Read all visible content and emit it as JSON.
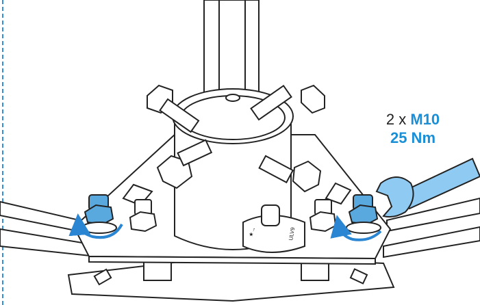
{
  "figure": {
    "annotation": {
      "quantity": "2 x",
      "bolt_size": "M10",
      "torque": "25 Nm"
    },
    "part_marks": [
      "★→",
      "ULV9"
    ],
    "colors": {
      "outline": "#222222",
      "fill": "#ffffff",
      "accent_blue": "#1a8fd6",
      "nut_blue": "#5aa9de",
      "wrench_blue": "#8ecaf2",
      "rotation_arrow": "#2a86d2",
      "margin_rule": "#2f8fd8"
    },
    "icons": [
      "wrench-icon",
      "rotation-arrow-icon",
      "hex-bolt-icon",
      "hex-nut-icon"
    ]
  }
}
